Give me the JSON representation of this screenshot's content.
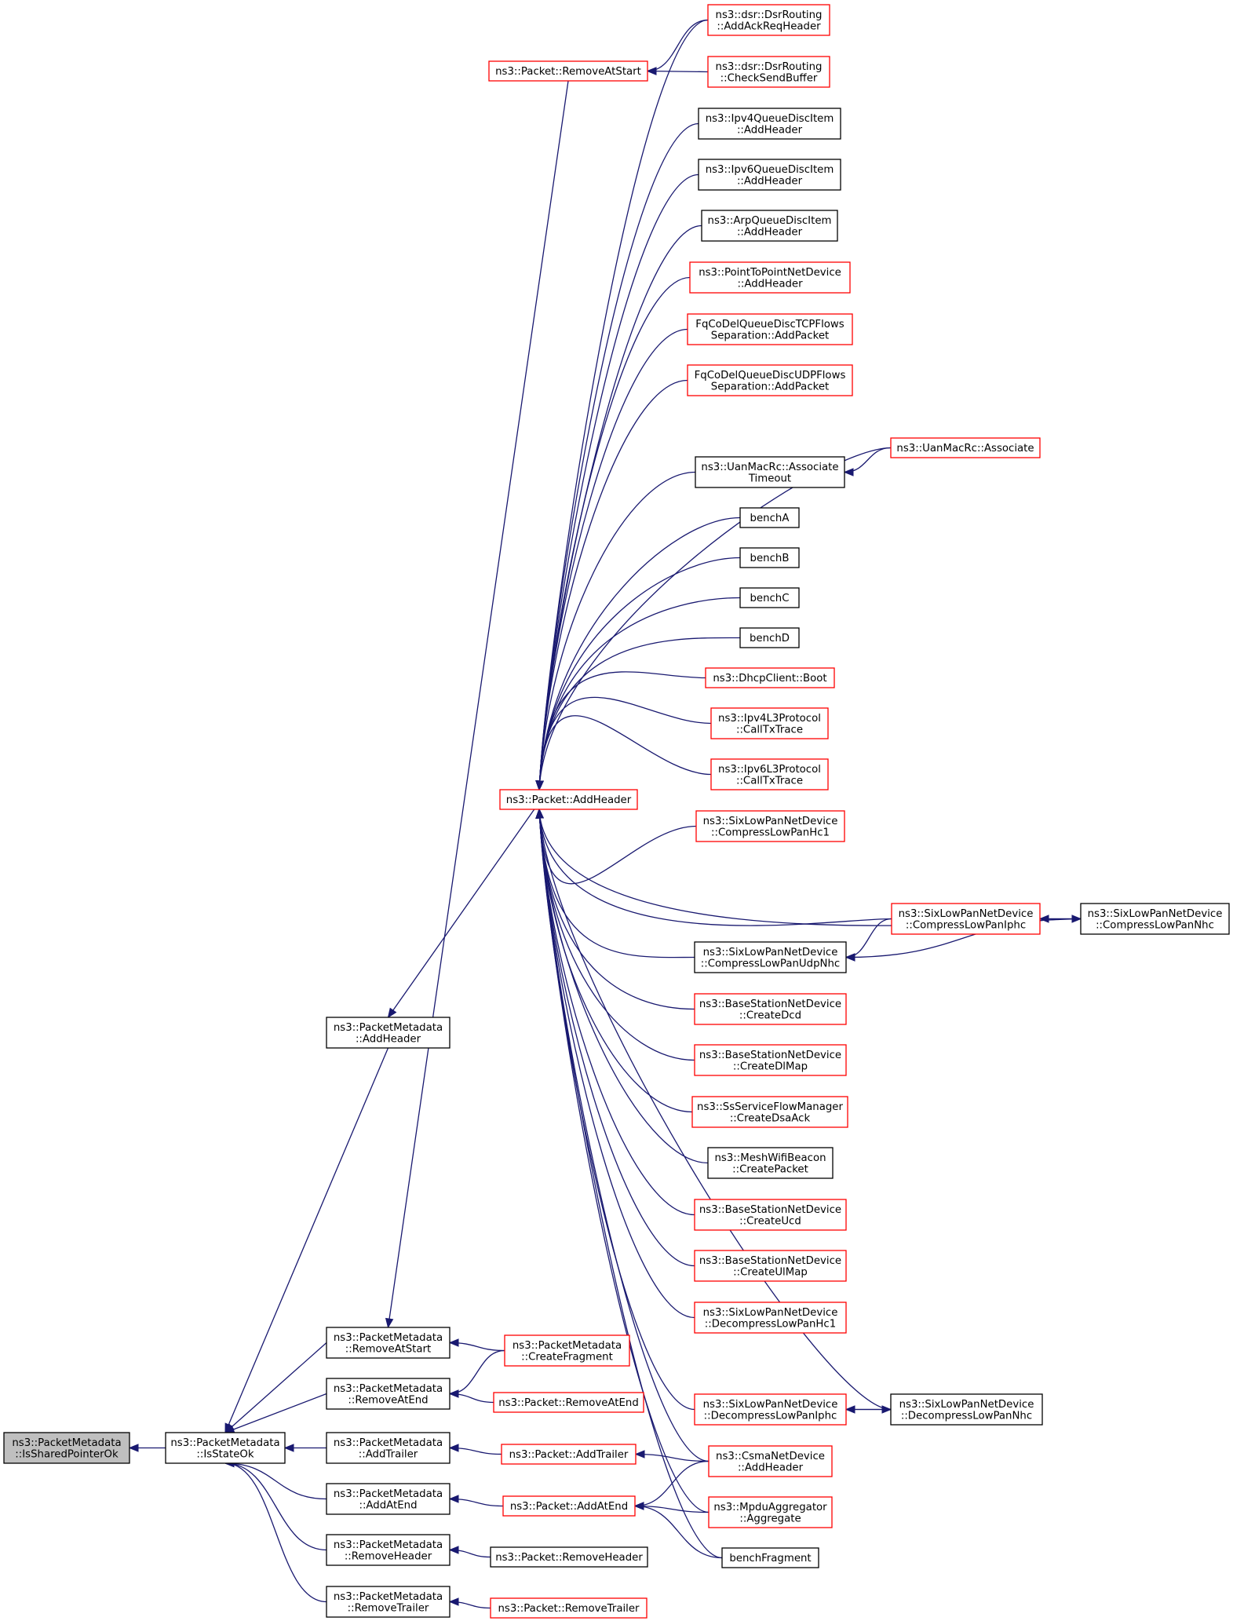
{
  "colors": {
    "edge": "#191970",
    "border_default": "#000000",
    "border_truncated": "#ff0000",
    "root_fill": "#bfbfbf",
    "node_fill": "#ffffff"
  },
  "nodes": {
    "root": {
      "lines": [
        "ns3::PacketMetadata",
        "::IsSharedPointerOk"
      ],
      "border": "black",
      "root": true
    },
    "isStateOk": {
      "lines": [
        "ns3::PacketMetadata",
        "::IsStateOk"
      ],
      "border": "black"
    },
    "pmAddHeader": {
      "lines": [
        "ns3::PacketMetadata",
        "::AddHeader"
      ],
      "border": "black"
    },
    "pmRemoveAtStart": {
      "lines": [
        "ns3::PacketMetadata",
        "::RemoveAtStart"
      ],
      "border": "black"
    },
    "pmRemoveAtEnd": {
      "lines": [
        "ns3::PacketMetadata",
        "::RemoveAtEnd"
      ],
      "border": "black"
    },
    "pmAddTrailer": {
      "lines": [
        "ns3::PacketMetadata",
        "::AddTrailer"
      ],
      "border": "black"
    },
    "pmAddAtEnd": {
      "lines": [
        "ns3::PacketMetadata",
        "::AddAtEnd"
      ],
      "border": "black"
    },
    "pmRemoveHeader": {
      "lines": [
        "ns3::PacketMetadata",
        "::RemoveHeader"
      ],
      "border": "black"
    },
    "pmRemoveTrailer": {
      "lines": [
        "ns3::PacketMetadata",
        "::RemoveTrailer"
      ],
      "border": "black"
    },
    "pRemoveAtStart": {
      "lines": [
        "ns3::Packet::RemoveAtStart"
      ],
      "border": "red"
    },
    "pAddHeader": {
      "lines": [
        "ns3::Packet::AddHeader"
      ],
      "border": "red"
    },
    "pmCreateFragment": {
      "lines": [
        "ns3::PacketMetadata",
        "::CreateFragment"
      ],
      "border": "red"
    },
    "pRemoveAtEnd": {
      "lines": [
        "ns3::Packet::RemoveAtEnd"
      ],
      "border": "red"
    },
    "pAddTrailer": {
      "lines": [
        "ns3::Packet::AddTrailer"
      ],
      "border": "red"
    },
    "pAddAtEnd": {
      "lines": [
        "ns3::Packet::AddAtEnd"
      ],
      "border": "red"
    },
    "pRemoveHeader": {
      "lines": [
        "ns3::Packet::RemoveHeader"
      ],
      "border": "black"
    },
    "pRemoveTrailer": {
      "lines": [
        "ns3::Packet::RemoveTrailer"
      ],
      "border": "red"
    },
    "dsrAddAckReq": {
      "lines": [
        "ns3::dsr::DsrRouting",
        "::AddAckReqHeader"
      ],
      "border": "red"
    },
    "dsrCheckSend": {
      "lines": [
        "ns3::dsr::DsrRouting",
        "::CheckSendBuffer"
      ],
      "border": "red"
    },
    "ipv4QDI": {
      "lines": [
        "ns3::Ipv4QueueDiscItem",
        "::AddHeader"
      ],
      "border": "black"
    },
    "ipv6QDI": {
      "lines": [
        "ns3::Ipv6QueueDiscItem",
        "::AddHeader"
      ],
      "border": "black"
    },
    "arpQDI": {
      "lines": [
        "ns3::ArpQueueDiscItem",
        "::AddHeader"
      ],
      "border": "black"
    },
    "p2pAddHeader": {
      "lines": [
        "ns3::PointToPointNetDevice",
        "::AddHeader"
      ],
      "border": "red"
    },
    "fqTcp": {
      "lines": [
        "FqCoDelQueueDiscTCPFlows",
        "Separation::AddPacket"
      ],
      "border": "red"
    },
    "fqUdp": {
      "lines": [
        "FqCoDelQueueDiscUDPFlows",
        "Separation::AddPacket"
      ],
      "border": "red"
    },
    "uanAssoc": {
      "lines": [
        "ns3::UanMacRc::Associate"
      ],
      "border": "red"
    },
    "uanAssocTimeout": {
      "lines": [
        "ns3::UanMacRc::Associate",
        "Timeout"
      ],
      "border": "black"
    },
    "benchA": {
      "lines": [
        "benchA"
      ],
      "border": "black"
    },
    "benchB": {
      "lines": [
        "benchB"
      ],
      "border": "black"
    },
    "benchC": {
      "lines": [
        "benchC"
      ],
      "border": "black"
    },
    "benchD": {
      "lines": [
        "benchD"
      ],
      "border": "black"
    },
    "dhcpBoot": {
      "lines": [
        "ns3::DhcpClient::Boot"
      ],
      "border": "red"
    },
    "ipv4CallTx": {
      "lines": [
        "ns3::Ipv4L3Protocol",
        "::CallTxTrace"
      ],
      "border": "red"
    },
    "ipv6CallTx": {
      "lines": [
        "ns3::Ipv6L3Protocol",
        "::CallTxTrace"
      ],
      "border": "red"
    },
    "slpCompHc1": {
      "lines": [
        "ns3::SixLowPanNetDevice",
        "::CompressLowPanHc1"
      ],
      "border": "red"
    },
    "slpCompIphc": {
      "lines": [
        "ns3::SixLowPanNetDevice",
        "::CompressLowPanIphc"
      ],
      "border": "red"
    },
    "slpCompNhc": {
      "lines": [
        "ns3::SixLowPanNetDevice",
        "::CompressLowPanNhc"
      ],
      "border": "black"
    },
    "slpCompUdpNhc": {
      "lines": [
        "ns3::SixLowPanNetDevice",
        "::CompressLowPanUdpNhc"
      ],
      "border": "black"
    },
    "bsCreateDcd": {
      "lines": [
        "ns3::BaseStationNetDevice",
        "::CreateDcd"
      ],
      "border": "red"
    },
    "bsCreateDlMap": {
      "lines": [
        "ns3::BaseStationNetDevice",
        "::CreateDlMap"
      ],
      "border": "red"
    },
    "ssCreateDsaAck": {
      "lines": [
        "ns3::SsServiceFlowManager",
        "::CreateDsaAck"
      ],
      "border": "red"
    },
    "meshCreatePacket": {
      "lines": [
        "ns3::MeshWifiBeacon",
        "::CreatePacket"
      ],
      "border": "black"
    },
    "bsCreateUcd": {
      "lines": [
        "ns3::BaseStationNetDevice",
        "::CreateUcd"
      ],
      "border": "red"
    },
    "bsCreateUlMap": {
      "lines": [
        "ns3::BaseStationNetDevice",
        "::CreateUlMap"
      ],
      "border": "red"
    },
    "slpDecompHc1": {
      "lines": [
        "ns3::SixLowPanNetDevice",
        "::DecompressLowPanHc1"
      ],
      "border": "red"
    },
    "slpDecompIphc": {
      "lines": [
        "ns3::SixLowPanNetDevice",
        "::DecompressLowPanIphc"
      ],
      "border": "red"
    },
    "slpDecompNhc": {
      "lines": [
        "ns3::SixLowPanNetDevice",
        "::DecompressLowPanNhc"
      ],
      "border": "black"
    },
    "csmaAddHeader": {
      "lines": [
        "ns3::CsmaNetDevice",
        "::AddHeader"
      ],
      "border": "red"
    },
    "mpduAggregate": {
      "lines": [
        "ns3::MpduAggregator",
        "::Aggregate"
      ],
      "border": "red"
    },
    "benchFragment": {
      "lines": [
        "benchFragment"
      ],
      "border": "black"
    }
  }
}
